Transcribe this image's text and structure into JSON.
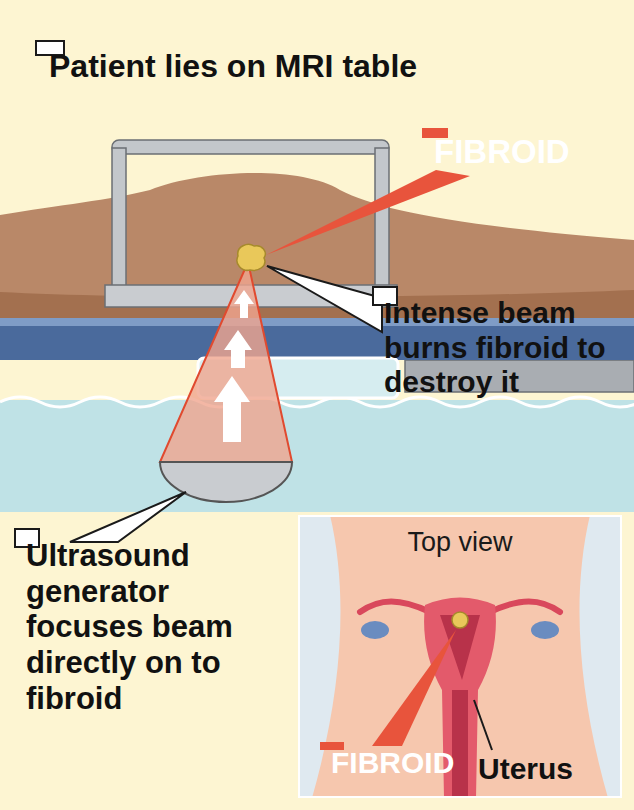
{
  "diagram": {
    "nodes": [
      {
        "text": [
          "Patient lies on MRI table"
        ]
      },
      {
        "text": [
          "FIBROID"
        ]
      },
      {
        "text": [
          "Intense beam burns fibroid to destroy it"
        ]
      },
      {
        "text": [
          "Ultrasound generator focuses beam directly on to fibroid"
        ]
      },
      {
        "text": [
          "Top view"
        ]
      },
      {
        "text": [
          "FIBROID"
        ],
        "in": 4
      }
    ],
    "labels": [
      "Uterus"
    ]
  }
}
